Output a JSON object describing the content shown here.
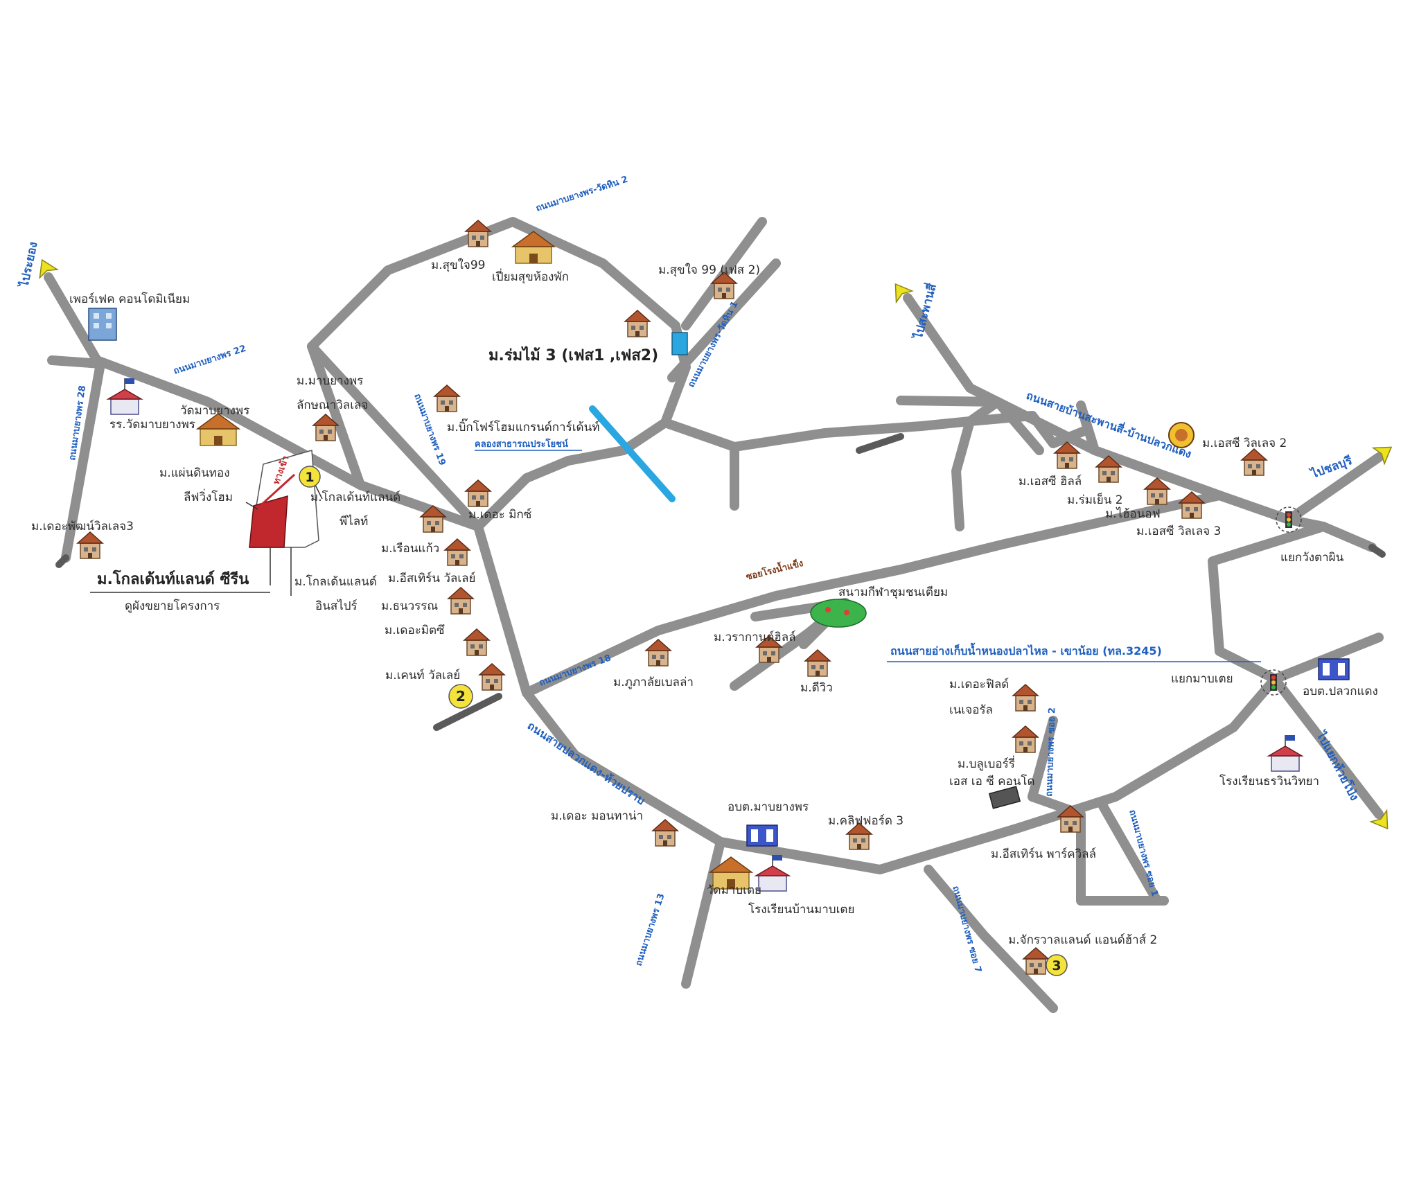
{
  "directions": {
    "to_rayong": "ไประยอง",
    "to_saphan_si": "ไปสะพานสี่",
    "to_chonburi": "ไปชลบุรี",
    "to_huai_pong": "ไปแยกห้วยโป่ง"
  },
  "roads": {
    "map_yang_phon_wat_hin_2": "ถนนมาบยางพร-วัดหิน 2",
    "map_yang_phon_wat_hin_1": "ถนนมาบยางพร-วัดหิน 1",
    "map_yang_phon_22": "ถนนมาบยางพร 22",
    "map_yang_phon_28": "ถนนมาบยางพร 28",
    "map_yang_phon_19": "ถนนมาบยางพร 19",
    "map_yang_phon_18": "ถนนมาบยางพร 18",
    "map_yang_phon_13": "ถนนมาบยางพร 13",
    "sai_ban_saphan_si": "ถนนสายบ้านสะพานสี่-บ้านปลวกแดง",
    "sai_pluak_daeng_huai_prap": "ถนนสายปลวกแดง-ห้วยปราบ",
    "sai_nong_pla_lai": "ถนนสายอ่างเก็บน้ำหนองปลาไหล - เขาน้อย (ทล.3245)",
    "soi_2": "ถนนมาบยางพร ซอย 2",
    "soi_1": "ถนนมาบยางพร ซอย 1",
    "soi_7": "ถนนมาบยางพร ซอย 7",
    "soi_map_khwai": "ซอยโรงน้ำแข็ง",
    "canal": "คลองสาธารณประโยชน์"
  },
  "places": {
    "perfect_condo": "เพอร์เฟค คอนโดมิเนียม",
    "school_wat_map_yang_phon": "รร.วัดมาบยางพร",
    "wat_map_yang_phon": "วัดมาบยางพร",
    "m_map_yang_phon_lak_villa": "ม.มาบยางพร",
    "m_lak_villa": "ลักษณาวิลเลจ",
    "m_phaen_din_thong": "ม.แผ่นดินทอง",
    "m_sri_sing_home": "ลีฟวิ่งโฮม",
    "m_golden_land_lite": "ม.โกลเด้นท์แลนด์",
    "m_golden_land_lite_2": "พีไลท์",
    "project_main": "ม.โกลเด้นท์แลนด์ ซีรีน",
    "project_sub": "ดูผังขยายโครงการ",
    "m_golden_inspire": "ม.โกลเด้นแลนด์",
    "m_golden_inspire_2": "อินสไปร์",
    "m_the_village_3": "ม.เดอะพัฒน์วิลเลจ3",
    "m_suk_jai_99": "ม.สุขใจ99",
    "piam_suk_rooms": "เปี่ยมสุขห้องพัก",
    "m_suk_jai_99_phase2": "ม.สุขใจ 99 (เฟส 2)",
    "m_rom_mai_3": "ม.ร่มไม้ 3 (เฟส1 ,เฟส2)",
    "m_big_four_home": "ม.บิ๊กโฟร์โฮมแกรนด์การ์เด้นท์",
    "m_the_mix": "ม.เดอะ มิกซ์",
    "m_ruean_kaew": "ม.เรือนแก้ว",
    "m_eastern_valley": "ม.อีสเทิร์น วัลเลย์",
    "m_thanawan": "ม.ธนวรรณ",
    "m_the_mitsu": "ม.เดอะมิตซึ",
    "m_cent_valley": "ม.เคนท์ วัลเลย์",
    "m_phuphalai_bella": "ม.ภูภาลัยเบลล่า",
    "m_warakarn_hill": "ม.วรากานต์ฮิลล์",
    "m_d_view": "ม.ดีวิว",
    "stadium": "สนามกีฬาชุมชนเตียม",
    "m_the_mon_tana": "ม.เดอะ มอนทาน่า",
    "obt_map_yang_phon": "อบต.มาบยางพร",
    "m_clifford_3": "ม.คลิฟฟอร์ด 3",
    "wat_map_toei": "วัดมาบเตย",
    "school_map_toei": "โรงเรียนบ้านมาบเตย",
    "m_the_field": "ม.เดอะฟิลด์",
    "m_the_field_2": "เนเจอรัล",
    "m_blueberry": "ม.บลูเบอร์รี่",
    "m_ss_condo": "เอส เอ ซี คอนโด",
    "m_eastern_park": "ม.อีสเทิร์น พาร์ควิลล์",
    "m_chakrawan_land": "ม.จักรวาลแลนด์ แอนด์ฮ้าส์ 2",
    "m_ssi_hill": "ม.เอสซี ฮิลล์",
    "m_rom_yen_2": "ม.ร่มเย็น 2",
    "m_hi_on_off": "ม.ไฮ้อนอฟ",
    "m_ssi_village_3": "ม.เอสซี วิลเลจ 3",
    "m_ssi_village_2": "ม.เอสซี วิลเลจ 2",
    "yaek_wang_kham_phi": "แยกวังตาผิน",
    "yaek_map_toei": "แยกมาบเตย",
    "obt_pluak_daeng": "อบต.ปลวกแดง",
    "school_thawin": "โรงเรียนธรวินวิทยา"
  },
  "markers": {
    "m1": "1",
    "m2": "2",
    "m3": "3"
  },
  "colors": {
    "road": "#8f8f8f",
    "road_label": "#1f5fbf",
    "project_fill": "#c0282d",
    "marker_fill": "#f3e33a",
    "direction_arrow": "#ece21e",
    "canal": "#2aa6e0"
  }
}
